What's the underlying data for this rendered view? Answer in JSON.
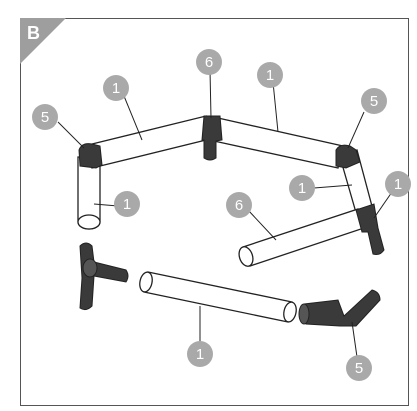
{
  "panel": {
    "label": "B"
  },
  "parts": [
    {
      "id": "tube",
      "number": "1"
    },
    {
      "id": "elbow-connector",
      "number": "5"
    },
    {
      "id": "tee-connector",
      "number": "6"
    }
  ],
  "callouts": [
    "5",
    "1",
    "6",
    "1",
    "5",
    "1",
    "1",
    "6",
    "1",
    "1",
    "5"
  ],
  "colors": {
    "connector": "#3a3a3a",
    "callout": "#a9a9a9",
    "tube": "#ffffff",
    "outline": "#222222"
  }
}
